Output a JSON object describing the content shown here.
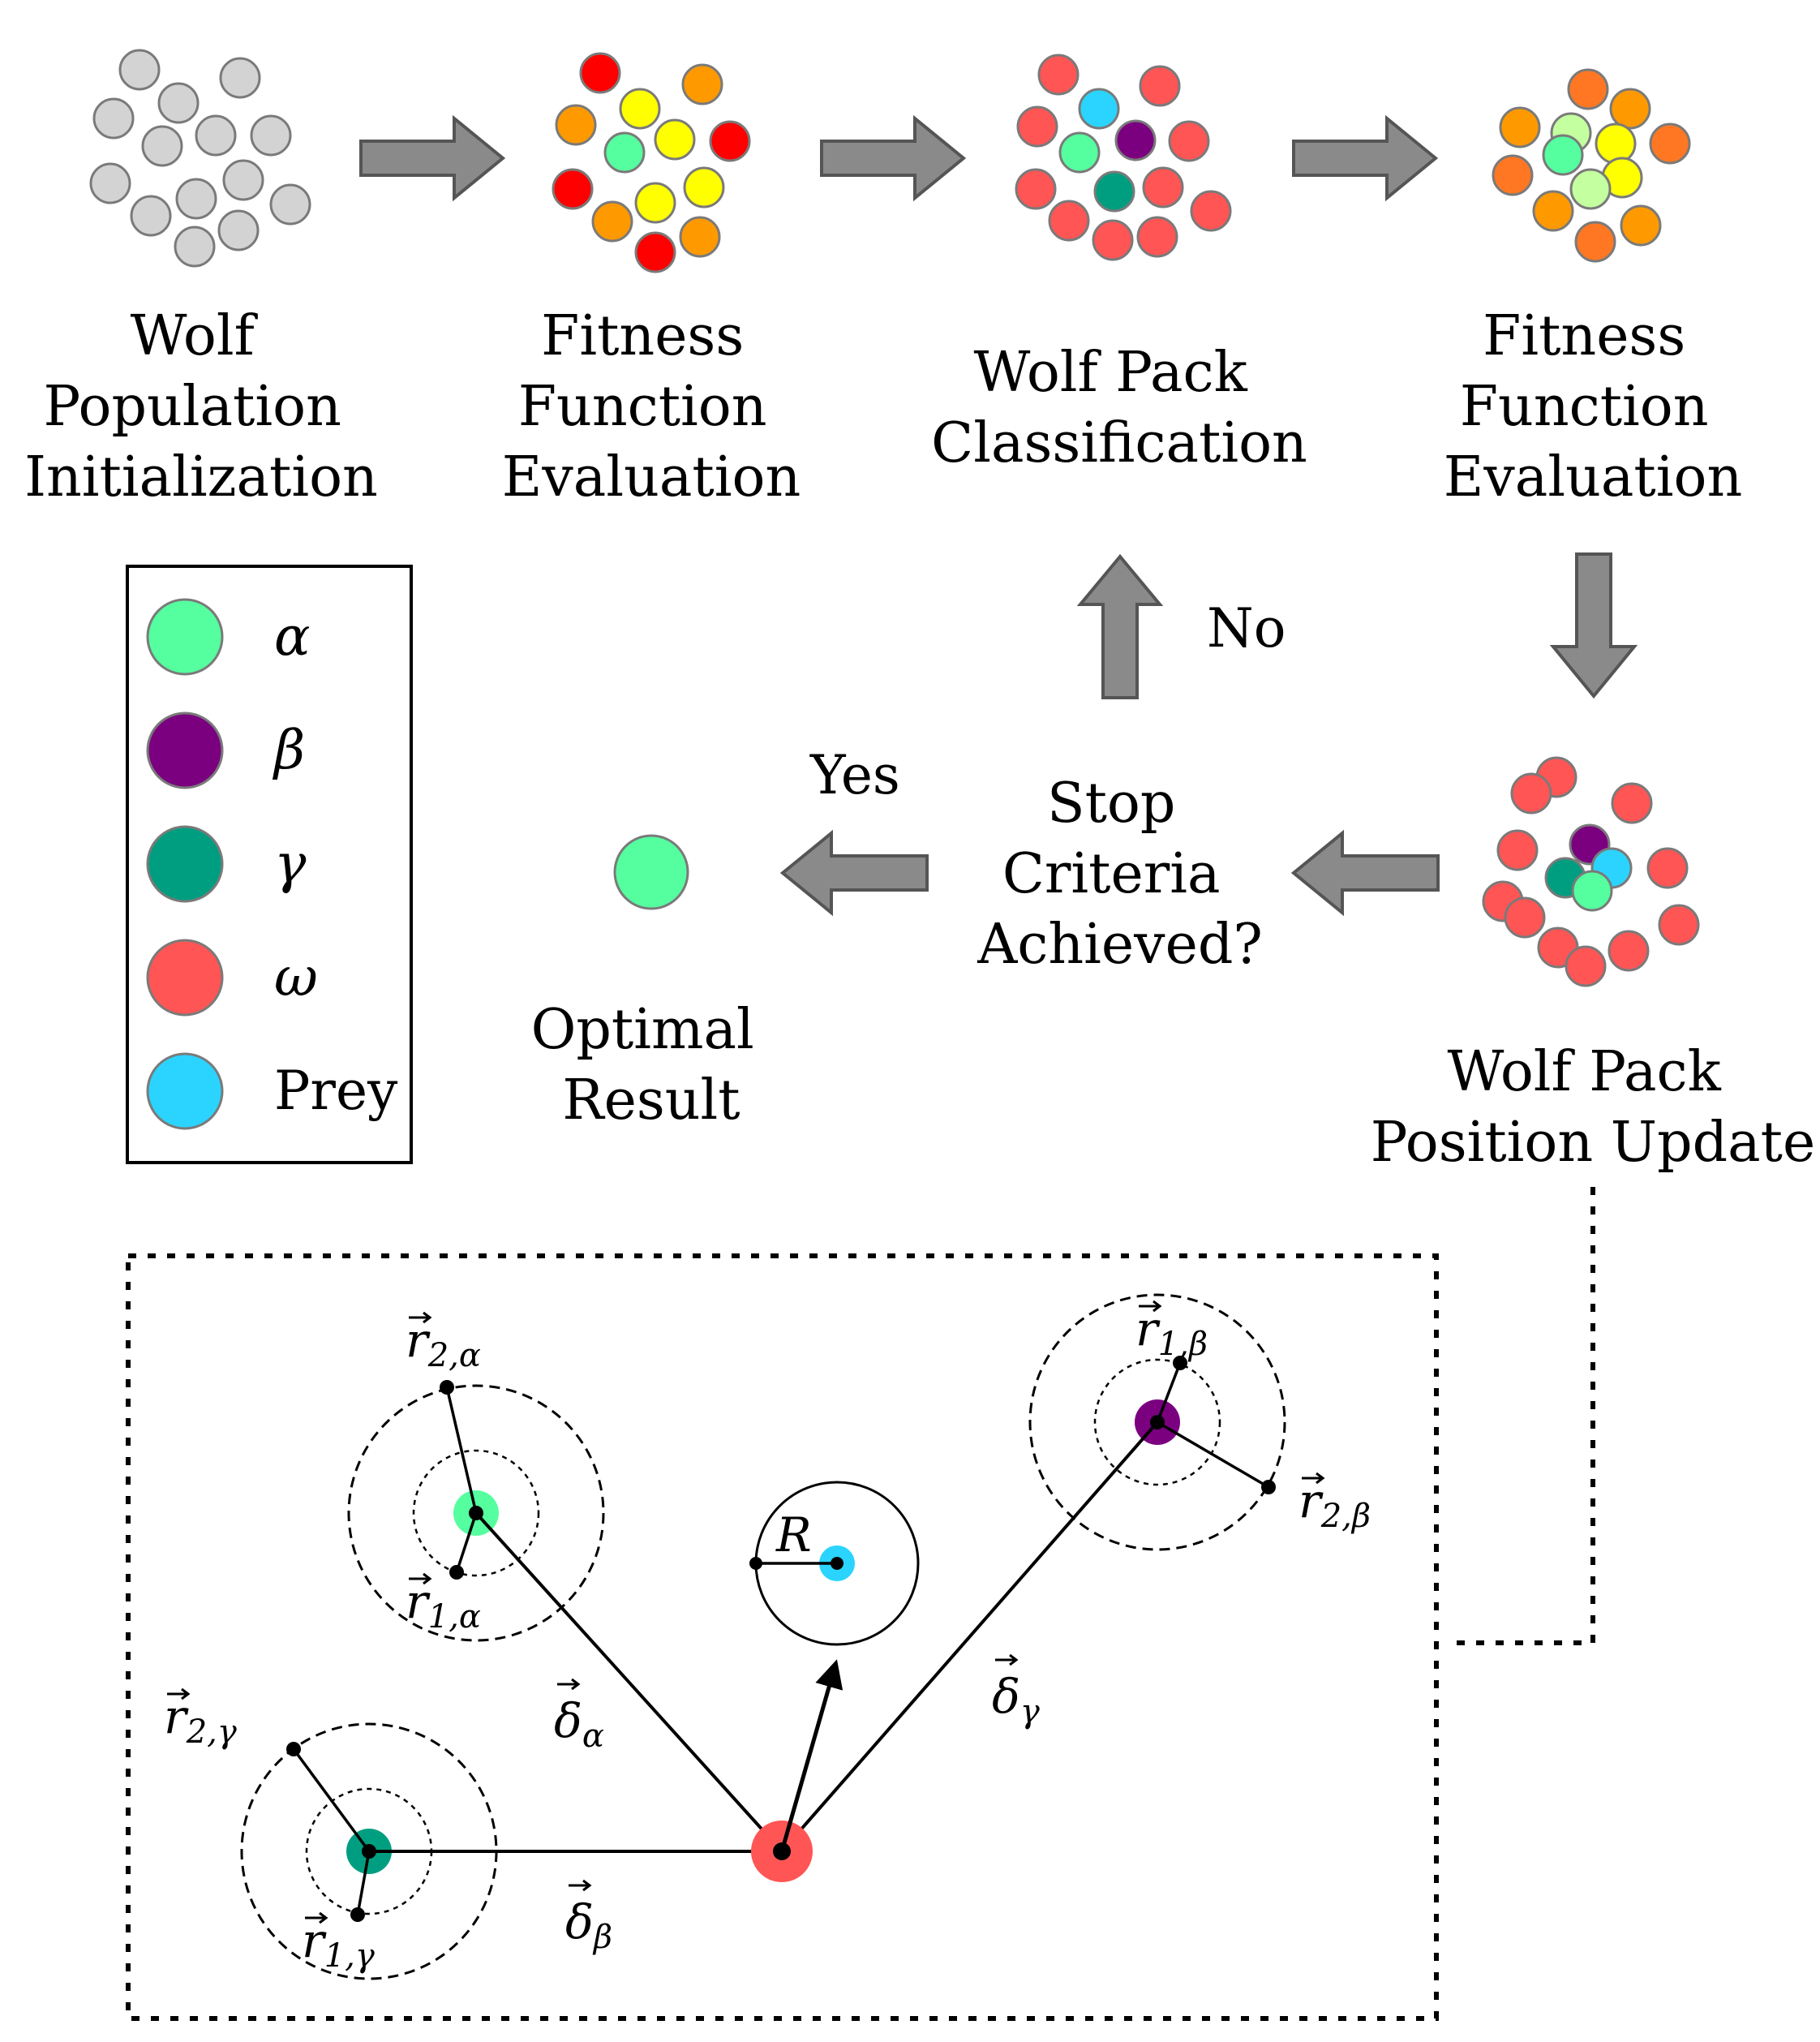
{
  "stages": {
    "init": [
      "Wolf",
      "Population",
      "Initialization"
    ],
    "eval1": [
      "Fitness",
      "Function",
      "Evaluation"
    ],
    "classify": [
      "Wolf Pack",
      "Classification"
    ],
    "eval2": [
      "Fitness",
      "Function",
      "Evaluation"
    ],
    "update": [
      "Wolf Pack",
      "Position Update"
    ],
    "stop": [
      "Stop",
      "Criteria",
      "Achieved?"
    ],
    "result": [
      "Optimal",
      "Result"
    ]
  },
  "flow": {
    "no": "No",
    "yes": "Yes"
  },
  "legend": [
    {
      "symbol": "α",
      "color": "#55ff9f"
    },
    {
      "symbol": "β",
      "color": "#7a0080"
    },
    {
      "symbol": "γ",
      "color": "#009e80"
    },
    {
      "symbol": "ω",
      "color": "#ff5555"
    },
    {
      "symbol": "Prey",
      "color": "#2ad4ff"
    }
  ],
  "colors": {
    "gray": "#d3d3d3",
    "red": "#ff0000",
    "orange": "#ff9900",
    "yellow": "#ffff00",
    "lightgreen": "#c4ffa0",
    "darkorange": "#ff7722",
    "arrow": "#8a8a8a"
  },
  "detail": {
    "r2_alpha": {
      "base": "r",
      "sub": "2,α"
    },
    "r1_alpha": {
      "base": "r",
      "sub": "1,α"
    },
    "r1_beta": {
      "base": "r",
      "sub": "1,β"
    },
    "r2_beta": {
      "base": "r",
      "sub": "2,β"
    },
    "r2_gamma": {
      "base": "r",
      "sub": "2,γ"
    },
    "r1_gamma": {
      "base": "r",
      "sub": "1,γ"
    },
    "delta_alpha": {
      "base": "δ",
      "sub": "α"
    },
    "delta_beta": {
      "base": "δ",
      "sub": "β"
    },
    "delta_gamma": {
      "base": "δ",
      "sub": "γ"
    },
    "radius": "R"
  }
}
